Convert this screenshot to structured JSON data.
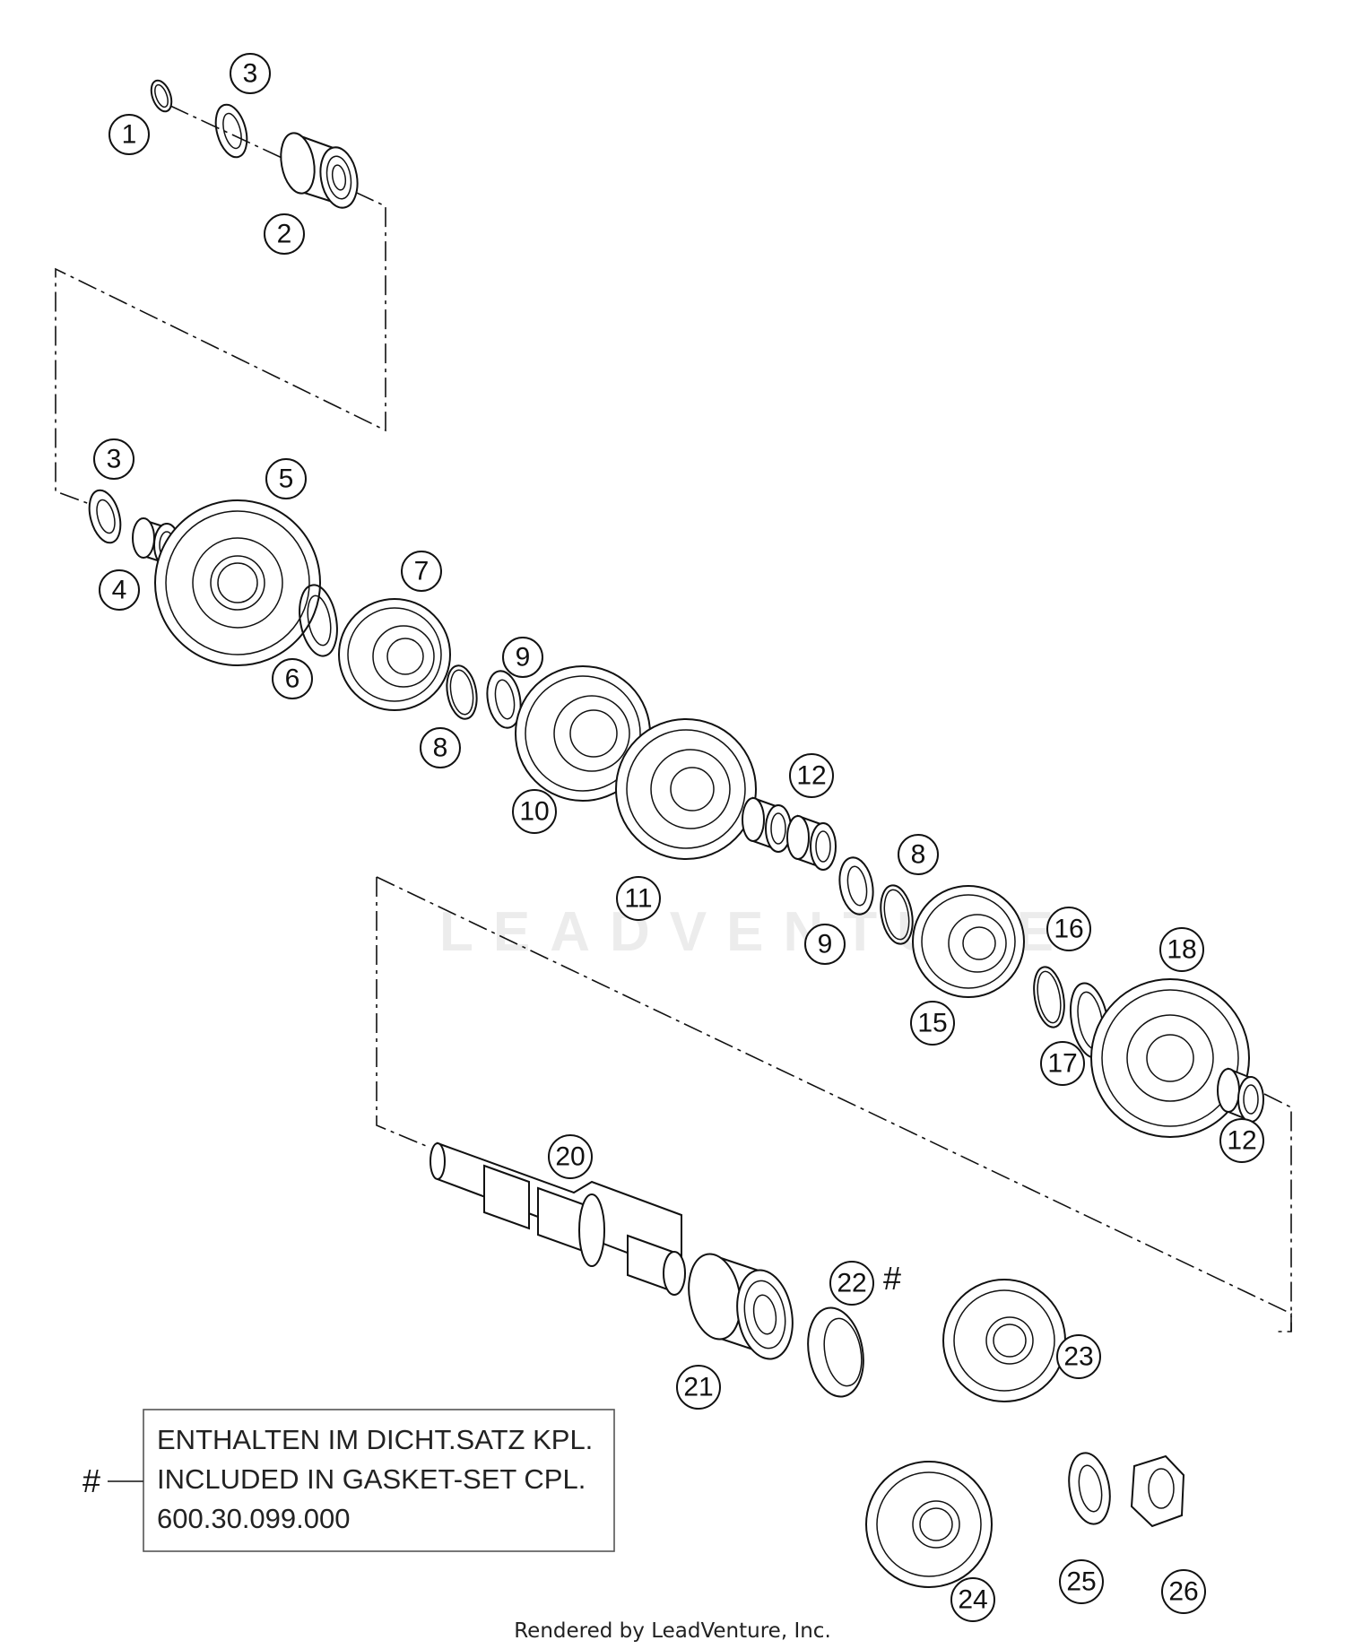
{
  "watermark": "LEADVENTURE",
  "footer": "Rendered by LeadVenture, Inc.",
  "note": {
    "line1": "ENTHALTEN IM DICHT.SATZ KPL.",
    "line2": "INCLUDED IN GASKET-SET CPL.",
    "line3": "600.30.099.000",
    "marker": "#"
  },
  "hash_marker": "#",
  "callouts": [
    "1",
    "2",
    "3",
    "3",
    "4",
    "5",
    "6",
    "7",
    "8",
    "9",
    "10",
    "11",
    "12",
    "8",
    "9",
    "16",
    "18",
    "15",
    "17",
    "12",
    "20",
    "22",
    "21",
    "23",
    "24",
    "25",
    "26"
  ]
}
